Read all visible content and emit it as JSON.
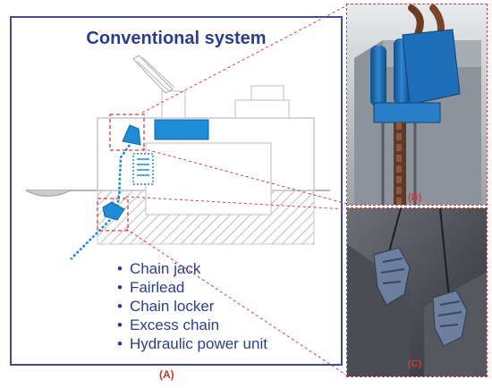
{
  "panel_a": {
    "title": "Conventional system",
    "label": "(A)",
    "components": [
      "Chain jack",
      "Fairlead",
      "Chain locker",
      "Excess chain",
      "Hydraulic power unit"
    ]
  },
  "panel_b": {
    "label": "(B)"
  },
  "panel_c": {
    "label": "(C)"
  },
  "colors": {
    "frame": "#3d4f8c",
    "text": "#2c3e8a",
    "highlight": "#1e8bd6",
    "callout": "#d43a3a"
  }
}
